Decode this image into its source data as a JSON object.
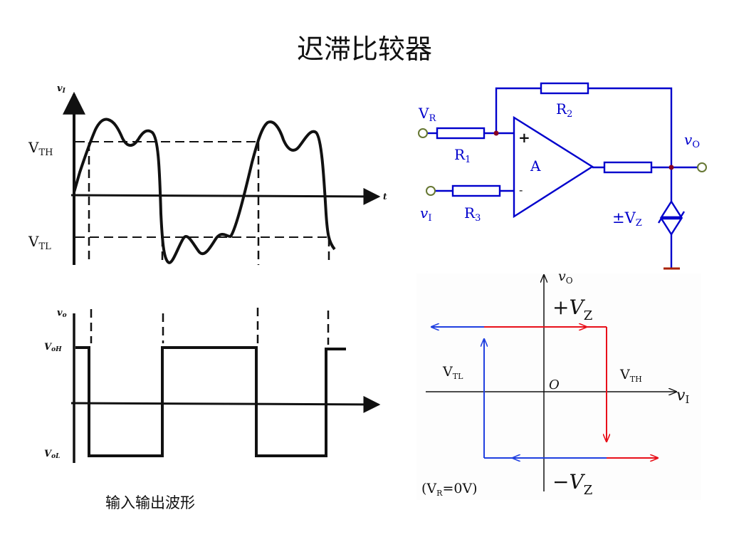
{
  "title": "迟滞比较器",
  "waveform": {
    "caption": "输入输出波形",
    "input_axis_label": "v",
    "input_axis_sub": "I",
    "time_label": "t",
    "vth_main": "V",
    "vth_sub": "TH",
    "vtl_main": "V",
    "vtl_sub": "TL",
    "output_axis_label": "v",
    "output_axis_sub": "o",
    "voh_main": "V",
    "voh_sub": "oH",
    "vol_main": "V",
    "vol_sub": "oL"
  },
  "circuit": {
    "vr_main": "V",
    "vr_sub": "R",
    "r1_main": "R",
    "r1_sub": "1",
    "r2_main": "R",
    "r2_sub": "2",
    "r3_main": "R",
    "r3_sub": "3",
    "vi_main": "v",
    "vi_sub": "I",
    "vo_main": "v",
    "vo_sub": "O",
    "opamp_label": "A",
    "plus_sign": "+",
    "minus_sign": "-",
    "vz_prefix": "±",
    "vz_main": "V",
    "vz_sub": "Z",
    "wire_color": "#0000cc",
    "terminal_color": "#667733",
    "ground_color": "#aa2200"
  },
  "transfer": {
    "vo_main": "v",
    "vo_sub": "O",
    "vi_main": "v",
    "vi_sub": "I",
    "plus_vz_prefix": "+",
    "plus_vz_main": "V",
    "plus_vz_sub": "Z",
    "minus_vz_prefix": "−",
    "minus_vz_main": "V",
    "minus_vz_sub": "Z",
    "origin": "O",
    "vtl_main": "V",
    "vtl_sub": "TL",
    "vth_main": "V",
    "vth_sub": "TH",
    "note_prefix": "(V",
    "note_sub": "R",
    "note_suffix": "=0V)",
    "rising_color": "#e8101a",
    "falling_color": "#2040e0"
  }
}
